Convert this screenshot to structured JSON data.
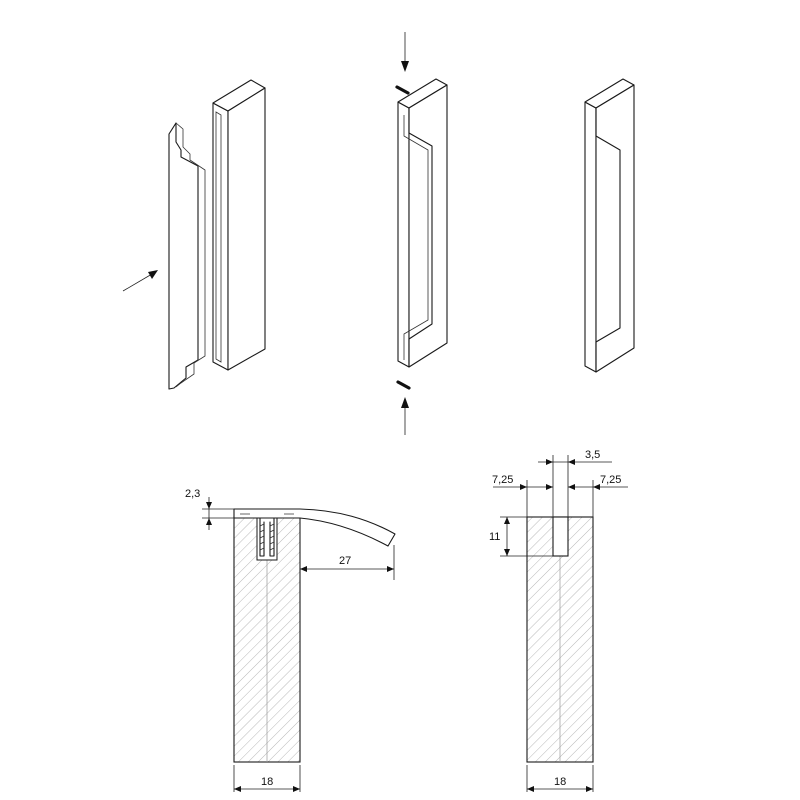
{
  "colors": {
    "line": "#1a1a1a",
    "hatch": "#9a9a9a",
    "background": "#ffffff"
  },
  "dimensions": {
    "left_section": {
      "lip_thickness": "2,3",
      "projection": "27",
      "width": "18"
    },
    "right_section": {
      "slot_width": "3,5",
      "left_offset": "7,25",
      "right_offset": "7,25",
      "slot_depth": "11",
      "width": "18"
    }
  }
}
